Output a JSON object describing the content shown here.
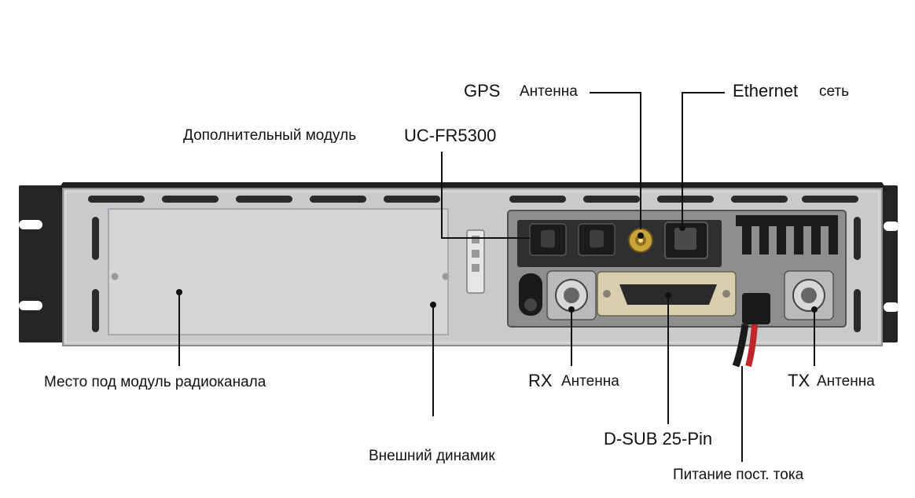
{
  "labels": {
    "gps_main": "GPS",
    "gps_sub": "Антенна",
    "ethernet_main": "Ethernet",
    "ethernet_sub": "сеть",
    "module_sub": "Дополнительный модуль",
    "module_main": "UC-FR5300",
    "radio_slot": "Место под модуль радиоканала",
    "rx_main": "RX",
    "rx_sub": "Антенна",
    "tx_main": "TX",
    "tx_sub": "Антенна",
    "dsub": "D-SUB 25-Pin",
    "speaker": "Внешний динамик",
    "power": "Питание пост. тока"
  },
  "colors": {
    "chassis": "#2b2b2b",
    "faceplate": "#c9cacc",
    "blank_plate": "#d4d5d7",
    "connector_panel": "#3a3b3d",
    "leader_line": "#111111",
    "power_cable_red": "#c0272d"
  }
}
